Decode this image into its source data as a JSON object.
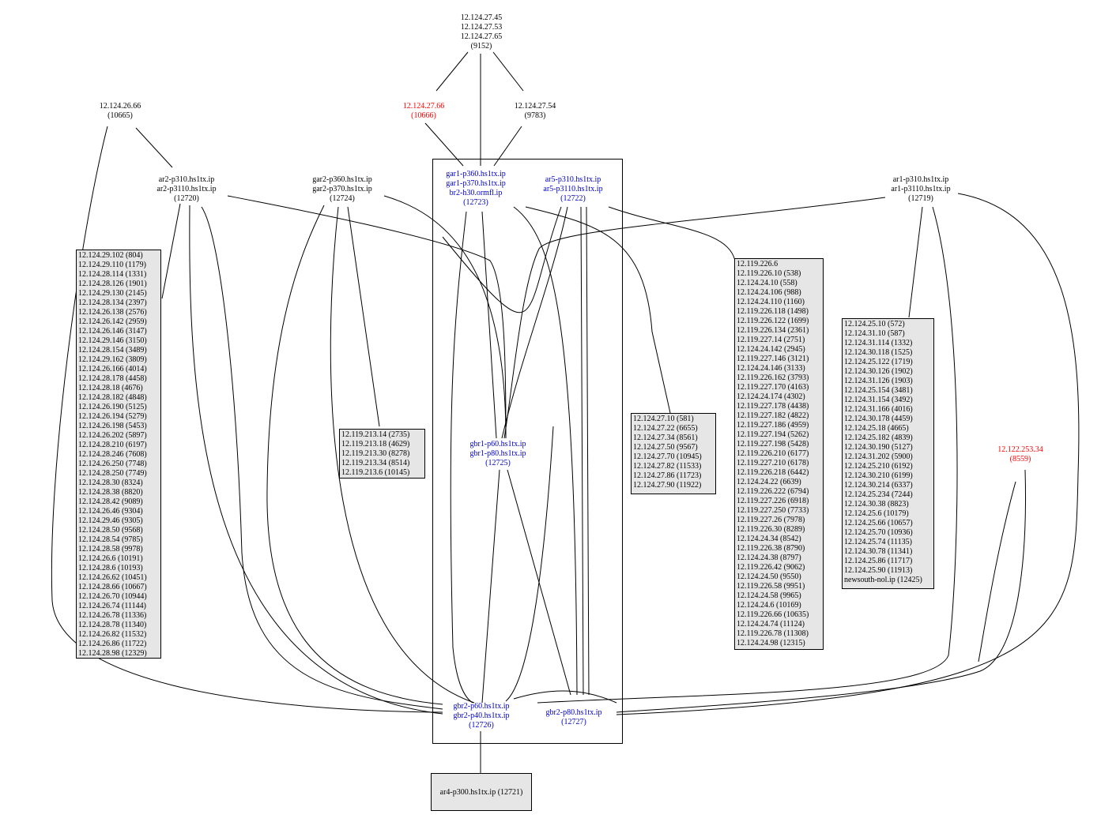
{
  "diagram": {
    "colors": {
      "default": "#000000",
      "highlight": "#ff0000",
      "router": "#0000cc",
      "box_fill": "#e6e6e6"
    },
    "nodes": {
      "n9152": {
        "lines": [
          "12.124.27.45",
          "12.124.27.53",
          "12.124.27.65",
          "(9152)"
        ]
      },
      "n10665": {
        "lines": [
          "12.124.26.66",
          "(10665)"
        ]
      },
      "n10666": {
        "lines": [
          "12.124.27.66",
          "(10666)"
        ]
      },
      "n9783": {
        "lines": [
          "12.124.27.54",
          "(9783)"
        ]
      },
      "n12720": {
        "lines": [
          "ar2-p310.hs1tx.ip",
          "ar2-p3110.hs1tx.ip",
          "(12720)"
        ]
      },
      "n12724": {
        "lines": [
          "gar2-p360.hs1tx.ip",
          "gar2-p370.hs1tx.ip",
          "(12724)"
        ]
      },
      "n12723": {
        "lines": [
          "gar1-p360.hs1tx.ip",
          "gar1-p370.hs1tx.ip",
          "br2-h30.ormfl.ip",
          "(12723)"
        ]
      },
      "n12722": {
        "lines": [
          "ar5-p310.hs1tx.ip",
          "ar5-p3110.hs1tx.ip",
          "(12722)"
        ]
      },
      "n12719": {
        "lines": [
          "ar1-p310.hs1tx.ip",
          "ar1-p3110.hs1tx.ip",
          "(12719)"
        ]
      },
      "n12725": {
        "lines": [
          "gbr1-p60.hs1tx.ip",
          "gbr1-p80.hs1tx.ip",
          "(12725)"
        ]
      },
      "n8559": {
        "lines": [
          "12.122.253.34",
          "(8559)"
        ]
      },
      "n12726": {
        "lines": [
          "gbr2-p60.hs1tx.ip",
          "gbr2-p40.hs1tx.ip",
          "(12726)"
        ]
      },
      "n12727": {
        "lines": [
          "gbr2-p80.hs1tx.ip",
          "(12727)"
        ]
      },
      "n12721": {
        "lines": [
          "ar4-p300.hs1tx.ip (12721)"
        ]
      }
    },
    "boxes": {
      "left": [
        "12.124.29.102 (804)",
        "12.124.29.110 (1179)",
        "12.124.28.114 (1331)",
        "12.124.28.126 (1901)",
        "12.124.29.130 (2145)",
        "12.124.28.134 (2397)",
        "12.124.26.138 (2576)",
        "12.124.26.142 (2959)",
        "12.124.26.146 (3147)",
        "12.124.29.146 (3150)",
        "12.124.28.154 (3489)",
        "12.124.29.162 (3809)",
        "12.124.26.166 (4014)",
        "12.124.28.178 (4458)",
        "12.124.28.18 (4676)",
        "12.124.28.182 (4848)",
        "12.124.26.190 (5125)",
        "12.124.26.194 (5279)",
        "12.124.26.198 (5453)",
        "12.124.26.202 (5897)",
        "12.124.28.210 (6197)",
        "12.124.28.246 (7608)",
        "12.124.26.250 (7748)",
        "12.124.28.250 (7749)",
        "12.124.28.30 (8324)",
        "12.124.28.38 (8820)",
        "12.124.28.42 (9089)",
        "12.124.26.46 (9304)",
        "12.124.29.46 (9305)",
        "12.124.28.50 (9568)",
        "12.124.28.54 (9785)",
        "12.124.28.58 (9978)",
        "12.124.26.6 (10191)",
        "12.124.28.6 (10193)",
        "12.124.26.62 (10451)",
        "12.124.28.66 (10667)",
        "12.124.26.70 (10944)",
        "12.124.26.74 (11144)",
        "12.124.26.78 (11336)",
        "12.124.28.78 (11340)",
        "12.124.26.82 (11532)",
        "12.124.26.86 (11722)",
        "12.124.28.98 (12329)"
      ],
      "mid": [
        "12.119.213.14 (2735)",
        "12.119.213.18 (4629)",
        "12.119.213.30 (8278)",
        "12.119.213.34 (8514)",
        "12.119.213.6 (10145)"
      ],
      "b2710": [
        "12.124.27.10 (581)",
        "12.124.27.22 (6655)",
        "12.124.27.34 (8561)",
        "12.124.27.50 (9567)",
        "12.124.27.70 (10945)",
        "12.124.27.82 (11533)",
        "12.124.27.86 (11723)",
        "12.124.27.90 (11922)"
      ],
      "b119": [
        "12.119.226.6",
        "12.119.226.10 (538)",
        "12.124.24.10 (558)",
        "12.124.24.106 (988)",
        "12.124.24.110 (1160)",
        "12.119.226.118 (1498)",
        "12.119.226.122 (1699)",
        "12.119.226.134 (2361)",
        "12.119.227.14 (2751)",
        "12.124.24.142 (2945)",
        "12.119.227.146 (3121)",
        "12.124.24.146 (3133)",
        "12.119.226.162 (3793)",
        "12.119.227.170 (4163)",
        "12.124.24.174 (4302)",
        "12.119.227.178 (4438)",
        "12.119.227.182 (4822)",
        "12.119.227.186 (4959)",
        "12.119.227.194 (5262)",
        "12.119.227.198 (5428)",
        "12.119.226.210 (6177)",
        "12.119.227.210 (6178)",
        "12.119.226.218 (6442)",
        "12.124.24.22 (6639)",
        "12.119.226.222 (6794)",
        "12.119.227.226 (6918)",
        "12.119.227.250 (7733)",
        "12.119.227.26 (7978)",
        "12.119.226.30 (8289)",
        "12.124.24.34 (8542)",
        "12.119.226.38 (8790)",
        "12.124.24.38 (8797)",
        "12.119.226.42 (9062)",
        "12.124.24.50 (9550)",
        "12.119.226.58 (9951)",
        "12.124.24.58 (9965)",
        "12.124.24.6 (10169)",
        "12.119.226.66 (10635)",
        "12.124.24.74 (11124)",
        "12.119.226.78 (11308)",
        "12.124.24.98 (12315)"
      ],
      "b125": [
        "12.124.25.10 (572)",
        "12.124.31.10 (587)",
        "12.124.31.114 (1332)",
        "12.124.30.118 (1525)",
        "12.124.25.122 (1719)",
        "12.124.30.126 (1902)",
        "12.124.31.126 (1903)",
        "12.124.25.154 (3481)",
        "12.124.31.154 (3492)",
        "12.124.31.166 (4016)",
        "12.124.30.178 (4459)",
        "12.124.25.18 (4665)",
        "12.124.25.182 (4839)",
        "12.124.30.190 (5127)",
        "12.124.31.202 (5900)",
        "12.124.25.210 (6192)",
        "12.124.30.210 (6199)",
        "12.124.30.214 (6337)",
        "12.124.25.234 (7244)",
        "12.124.30.38 (8823)",
        "12.124.25.6 (10179)",
        "12.124.25.66 (10657)",
        "12.124.25.70 (10936)",
        "12.124.25.74 (11135)",
        "12.124.30.78 (11341)",
        "12.124.25.86 (11717)",
        "12.124.25.90 (11913)",
        "newsouth-nol.ip (12425)"
      ]
    }
  }
}
